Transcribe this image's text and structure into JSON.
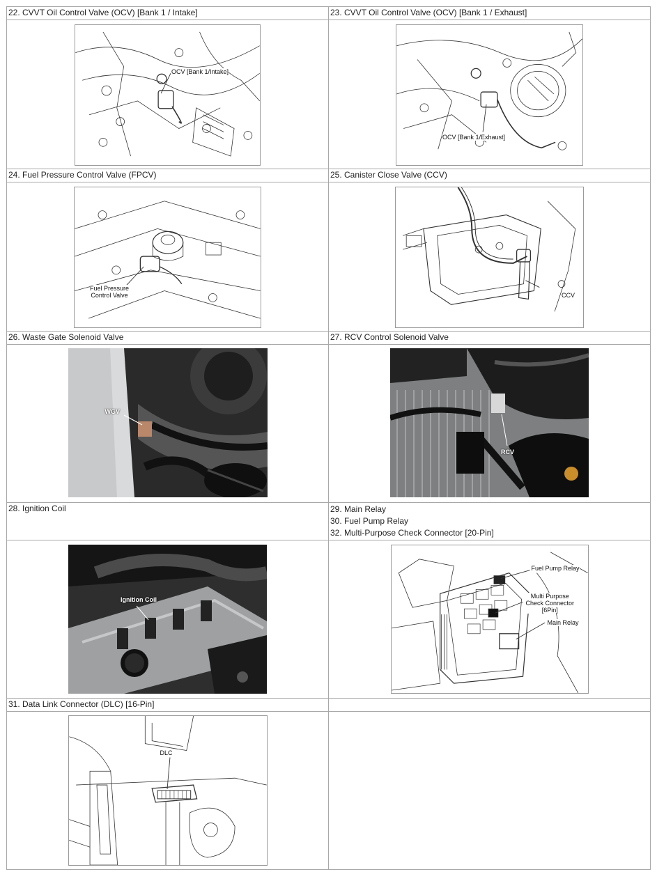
{
  "sections": {
    "s22": {
      "title": "22. CVVT Oil Control Valve (OCV) [Bank 1 / Intake]",
      "callout": "OCV [Bank 1/Intake]"
    },
    "s23": {
      "title": "23. CVVT Oil Control Valve (OCV) [Bank 1 / Exhaust]",
      "callout": "OCV [Bank 1/Exhaust]"
    },
    "s24": {
      "title": "24. Fuel Pressure Control Valve (FPCV)",
      "callout": "Fuel Pressure\nControl Valve"
    },
    "s25": {
      "title": "25. Canister Close Valve (CCV)",
      "callout": "CCV"
    },
    "s26": {
      "title": "26. Waste Gate Solenoid Valve",
      "callout": "WGV"
    },
    "s27": {
      "title": "27. RCV Control Solenoid Valve",
      "callout": "RCV"
    },
    "s28": {
      "title": "28. Ignition Coil",
      "callout": "Ignition Coil"
    },
    "s29": {
      "lines": [
        "29. Main Relay",
        "30. Fuel Pump Relay",
        "32. Multi-Purpose Check Connector [20-Pin]"
      ],
      "callouts": {
        "fuel_pump_relay": "Fuel Pump Relay",
        "multi_purpose": "Multi Purpose\nCheck Connector\n[6Pin]",
        "main_relay": "Main Relay"
      }
    },
    "s31": {
      "title": "31. Data Link Connector (DLC) [16-Pin]",
      "callout": "DLC"
    }
  }
}
